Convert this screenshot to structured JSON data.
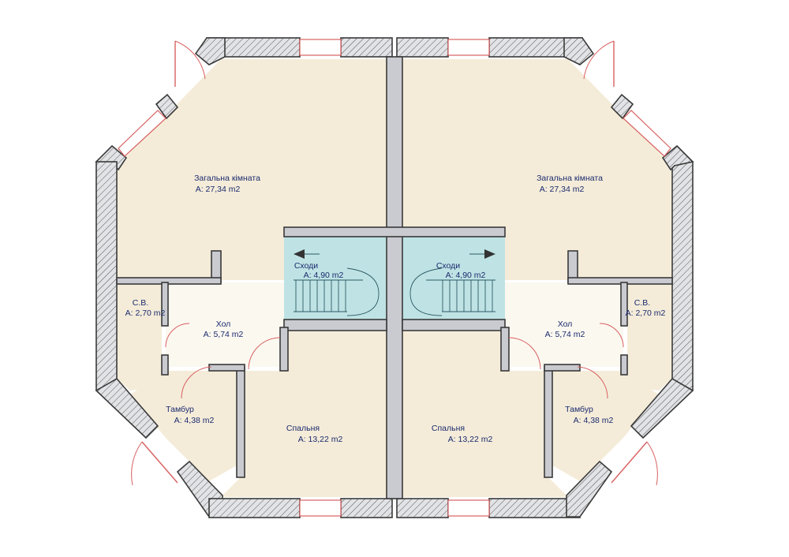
{
  "colors": {
    "room_fill": "#f4ecd9",
    "hall_fill": "#fbf8f0",
    "stair_fill": "#bfe3e4",
    "wall_fill": "#c9cbd0",
    "wall_stroke": "#3a3a3a",
    "window_color": "#d86060",
    "label_color": "#1b2a6e"
  },
  "rooms": [
    {
      "id": "living-left",
      "name": "Загальна кімната",
      "area": "A: 27,34 m2"
    },
    {
      "id": "living-right",
      "name": "Загальна кімната",
      "area": "A: 27,34 m2"
    },
    {
      "id": "stairs-left",
      "name": "Сходи",
      "area": "A: 4,90 m2"
    },
    {
      "id": "stairs-right",
      "name": "Сходи",
      "area": "A: 4,90 m2"
    },
    {
      "id": "wc-left",
      "name": "С.В.",
      "area": "A: 2,70 m2"
    },
    {
      "id": "wc-right",
      "name": "С.В.",
      "area": "A: 2,70 m2"
    },
    {
      "id": "hall-left",
      "name": "Хол",
      "area": "A: 5,74 m2"
    },
    {
      "id": "hall-right",
      "name": "Хол",
      "area": "A: 5,74 m2"
    },
    {
      "id": "vestibule-left",
      "name": "Тамбур",
      "area": "A: 4,38 m2"
    },
    {
      "id": "vestibule-right",
      "name": "Тамбур",
      "area": "A: 4,38 m2"
    },
    {
      "id": "bedroom-left",
      "name": "Спальня",
      "area": "A: 13,22 m2"
    },
    {
      "id": "bedroom-right",
      "name": "Спальня",
      "area": "A: 13,22 m2"
    }
  ]
}
